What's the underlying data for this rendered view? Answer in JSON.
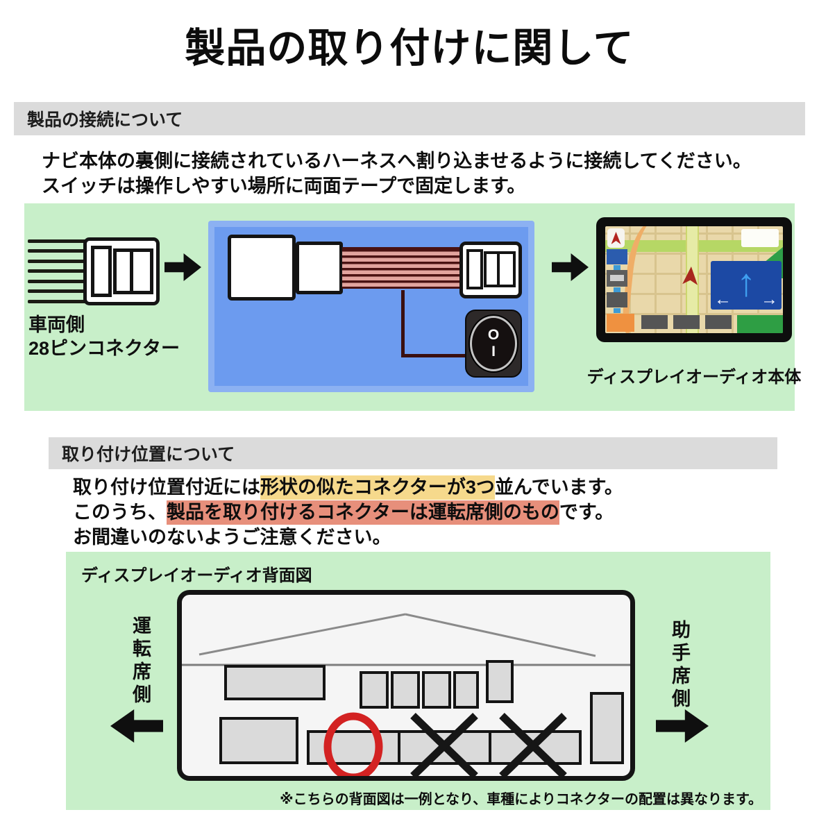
{
  "title": "製品の取り付けに関して",
  "section_connection": {
    "header": "製品の接続について",
    "line1": "ナビ本体の裏側に接続されているハーネスへ割り込ませるように接続してください。",
    "line2": "スイッチは操作しやすい場所に両面テープで固定します。",
    "vehicle_label_line1": "車両側",
    "vehicle_label_line2": "28ピンコネクター",
    "display_audio_label": "ディスプレイオーディオ本体",
    "switch": {
      "off_glyph": "O",
      "on_glyph": "I"
    },
    "nav_sign": {
      "left": "←",
      "up": "↑",
      "right": "→"
    }
  },
  "section_position": {
    "header": "取り付け位置について",
    "line1_pre": "取り付け位置付近には",
    "line1_highlight": "形状の似たコネクターが3つ",
    "line1_post": "並んでいます。",
    "line2_pre": "このうち、",
    "line2_highlight": "製品を取り付けるコネクターは運転席側のもの",
    "line2_post": "です。",
    "line3": "お間違いのないようご注意ください。",
    "rear_view_title": "ディスプレイオーディオ背面図",
    "driver_side": "運転席側",
    "passenger_side": "助手席側",
    "note": "※こちらの背面図は一例となり、車種によりコネクターの配置は異なります。"
  },
  "colors": {
    "panel_green": "#c8efc9",
    "panel_blue": "#6c9bef",
    "header_bar_gray": "#dbdbdb",
    "highlight_yellow": "#f6d98c",
    "highlight_salmon": "#e78f7b",
    "correct_marker_red": "#d32222",
    "ribbon_pink": "#e2a49e",
    "wire_dark_red": "#3a0f0f"
  }
}
